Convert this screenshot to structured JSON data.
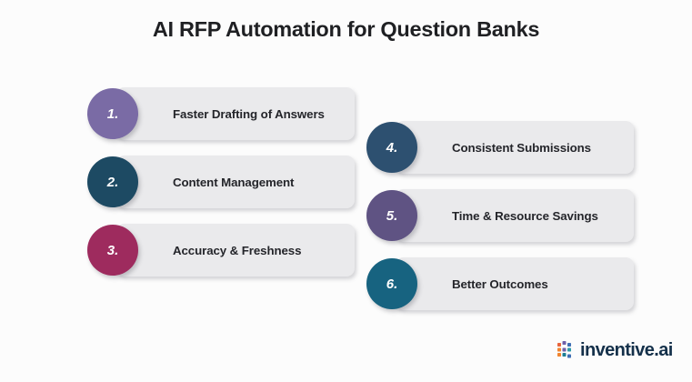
{
  "page": {
    "title": "AI RFP Automation for Question Banks",
    "background_color": "#fcfcfc",
    "title_color": "#1f2023",
    "card_color": "#eaeaec"
  },
  "columns": {
    "left": [
      {
        "number": "1.",
        "label": "Faster Drafting of Answers",
        "color": "#7a6ba5"
      },
      {
        "number": "2.",
        "label": "Content Management",
        "color": "#1d4a63"
      },
      {
        "number": "3.",
        "label": "Accuracy & Freshness",
        "color": "#9e2b5e"
      }
    ],
    "right": [
      {
        "number": "4.",
        "label": "Consistent Submissions",
        "color": "#2d5070"
      },
      {
        "number": "5.",
        "label": "Time & Resource Savings",
        "color": "#5f5383"
      },
      {
        "number": "6.",
        "label": "Better Outcomes",
        "color": "#176380"
      }
    ]
  },
  "logo": {
    "text": "inventive.ai",
    "icon": "dot-grid-icon",
    "text_color": "#14304a",
    "swatches": [
      "#f0842f",
      "#6f5fa8",
      "#1d7f94",
      "#3f6fb5",
      "#e8643c",
      "#2e9aa8"
    ]
  }
}
